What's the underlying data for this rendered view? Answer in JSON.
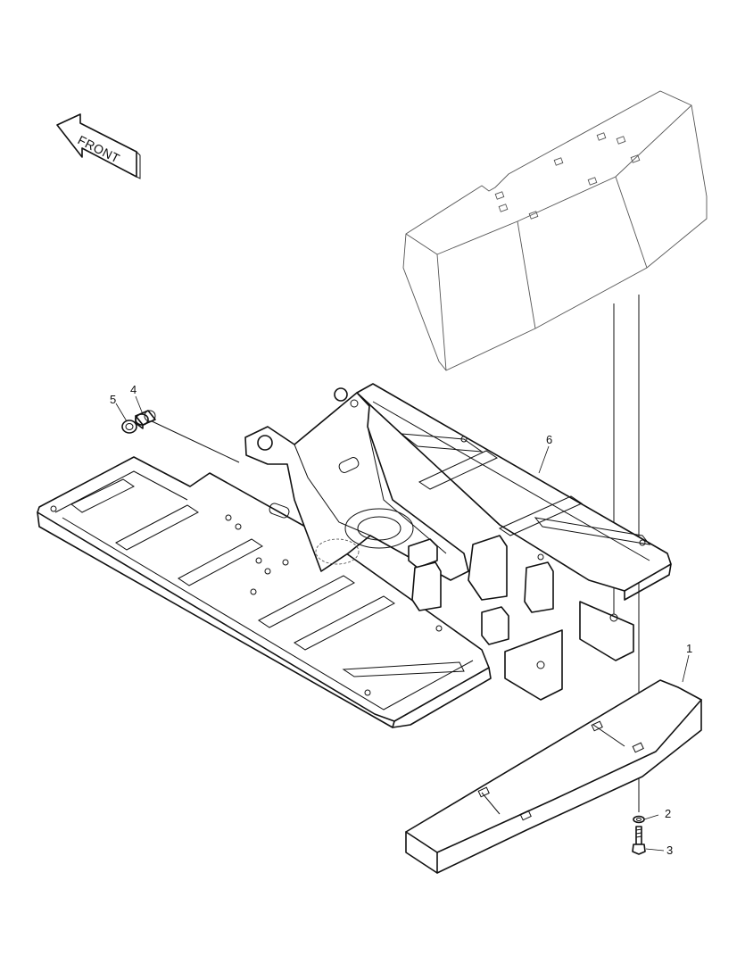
{
  "front_arrow": {
    "label": "FRONT"
  },
  "callouts": [
    {
      "id": "callout-1",
      "number": "1"
    },
    {
      "id": "callout-2",
      "number": "2"
    },
    {
      "id": "callout-3",
      "number": "3"
    },
    {
      "id": "callout-4",
      "number": "4"
    },
    {
      "id": "callout-5",
      "number": "5"
    },
    {
      "id": "callout-6",
      "number": "6"
    }
  ]
}
